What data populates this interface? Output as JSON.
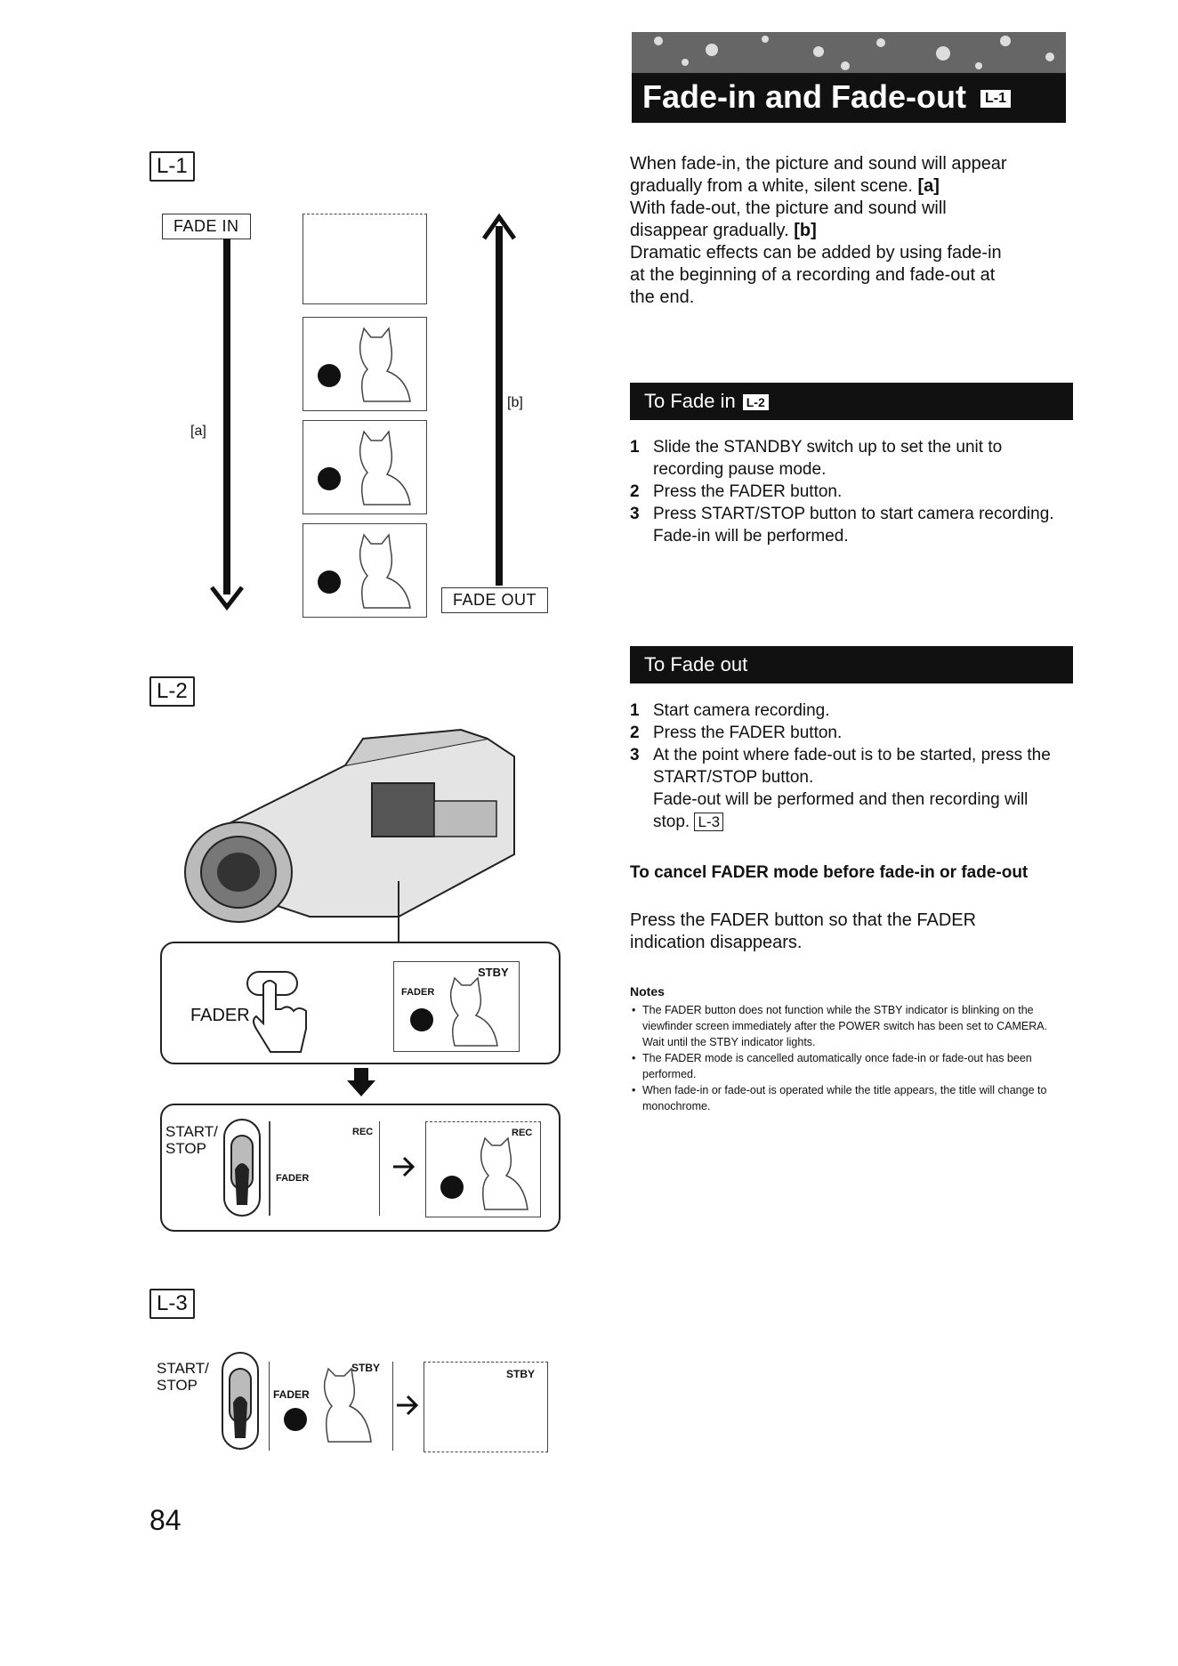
{
  "title": {
    "text": "Fade-in and Fade-out",
    "tag": "L-1"
  },
  "intro": {
    "line1": "When fade-in, the picture and sound will appear",
    "line2": "gradually from a white, silent scene.",
    "mark_a": "[a]",
    "line3": "With fade-out, the picture and sound will",
    "line4": "disappear gradually.",
    "mark_b": "[b]",
    "line5": "Dramatic effects can be added by using fade-in",
    "line6": "at the beginning of a recording and fade-out at",
    "line7": "the end."
  },
  "fade_in": {
    "heading": "To Fade in",
    "tag": "L-2",
    "steps": [
      {
        "num": "1",
        "text": "Slide the STANDBY switch up to set the unit to recording pause mode."
      },
      {
        "num": "2",
        "text": "Press the FADER button."
      },
      {
        "num": "3",
        "text": "Press START/STOP button to start camera recording."
      }
    ],
    "result": "Fade-in will be performed."
  },
  "fade_out": {
    "heading": "To Fade out",
    "steps": [
      {
        "num": "1",
        "text": "Start camera recording."
      },
      {
        "num": "2",
        "text": "Press the FADER button."
      },
      {
        "num": "3",
        "text": "At the point where fade-out is to be started, press the START/STOP button."
      }
    ],
    "result": "Fade-out will be performed and then recording will stop.",
    "ref": "L-3"
  },
  "cancel": {
    "heading": "To cancel FADER mode before fade-in or fade-out",
    "text": "Press the FADER button so that the FADER indication disappears."
  },
  "notes": {
    "heading": "Notes",
    "items": [
      "The FADER button does not function while the STBY indicator is blinking on the viewfinder screen immediately after the POWER switch has been set to CAMERA. Wait until the STBY indicator lights.",
      "The FADER mode is cancelled automatically once fade-in or fade-out has been performed.",
      "When fade-in or fade-out is operated while the title appears, the title will change to monochrome."
    ]
  },
  "figures": {
    "l1": {
      "label": "L-1",
      "fade_in": "FADE IN",
      "fade_out": "FADE OUT",
      "a": "[a]",
      "b": "[b]"
    },
    "l2": {
      "label": "L-2",
      "fader": "FADER",
      "stby": "STBY",
      "fader_small": "FADER",
      "start": "START/",
      "stop": "STOP",
      "rec": "REC",
      "fader_small2": "FADER",
      "rec2": "REC"
    },
    "l3": {
      "label": "L-3",
      "start": "START/",
      "stop": "STOP",
      "stby": "STBY",
      "fader": "FADER",
      "stby2": "STBY"
    }
  },
  "page_number": "84"
}
